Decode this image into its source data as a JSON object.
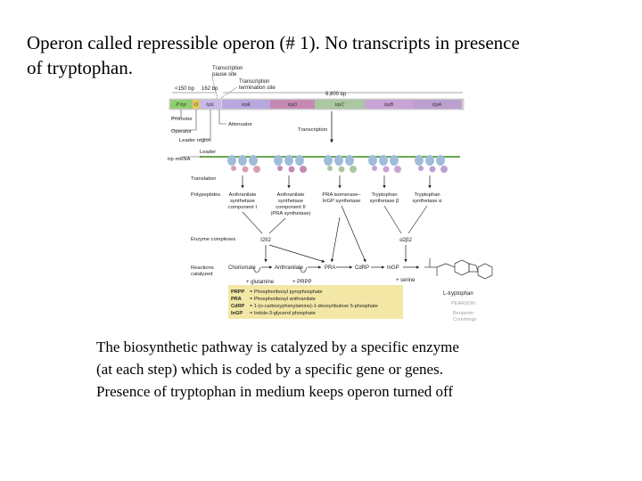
{
  "slide": {
    "title_line1": "Operon called repressible operon (# 1).  No transcripts in presence",
    "title_line2": "of tryptophan.",
    "body_lines": [
      "The biosynthetic pathway is catalyzed by a specific enzyme",
      "(at each step) which is coded by a specific gene or genes.",
      "Presence of tryptophan in medium keeps operon turned off"
    ]
  },
  "figure": {
    "top_labels": {
      "pause_site": [
        "Transcription",
        "pause site"
      ],
      "termination_site": [
        "Transcription",
        "termination site"
      ],
      "bp150": "<150 bp",
      "bp162": "162 bp",
      "bp6800": "6,800 bp"
    },
    "genes": [
      {
        "label": "P trp",
        "color": "#8fcf6f"
      },
      {
        "label": "O",
        "color": "#e8c85a"
      },
      {
        "label": "trpL",
        "color": "#c9b8e8"
      },
      {
        "label": "trpE",
        "color": "#b9a7df"
      },
      {
        "label": "trpD",
        "color": "#c58ab2"
      },
      {
        "label": "trpC",
        "color": "#a9c7a0"
      },
      {
        "label": "trpB",
        "color": "#c9a2d6"
      },
      {
        "label": "trpA",
        "color": "#bba0cf"
      }
    ],
    "left_labels": {
      "promoter": "Promoter",
      "operator": "Operator",
      "leader_region": "Leader region",
      "attenuator": "Attenuator",
      "transcription": "Transcription",
      "trp_mrna": "trp mRNA",
      "leader": "Leader",
      "translation": "Translation",
      "polypeptides": "Polypeptides",
      "enzyme_complexes": "Enzyme complexes",
      "reactions_catalyzed": [
        "Reactions",
        "catalyzed"
      ]
    },
    "polypeptides": [
      [
        "Anthranilate",
        "synthetase",
        "component I"
      ],
      [
        "Anthranilate",
        "synthetase",
        "component II",
        "(PRA synthetase)"
      ],
      [
        "PRA isomerase–",
        "InGP synthetase"
      ],
      [
        "Tryptophan",
        "synthetase β"
      ],
      [
        "Tryptophan",
        "synthetase α"
      ]
    ],
    "complexes": {
      "left": "I2II2",
      "right": "α2β2"
    },
    "reactions": {
      "chorismate": "Chorismate",
      "anthranilate": "Anthranilate",
      "pra": "PRA",
      "cdrp": "CdRP",
      "ingp": "InGP",
      "glutamine": "+ glutamine",
      "prpp": "+ PRPP",
      "serine": "+ serine",
      "l_tryptophan": "L-tryptophan"
    },
    "legend": [
      {
        "abbr": "PRPP",
        "text": "= Phosphoribosyl pyrophosphate"
      },
      {
        "abbr": "PRA",
        "text": "= Phosphoribosyl anthranilate"
      },
      {
        "abbr": "CdRP",
        "text": "= 1-(o-carboxyphenylamino)-1-deoxyribulose 5-phosphate"
      },
      {
        "abbr": "InGP",
        "text": "= Indole-3-glycerol phosphate"
      }
    ],
    "publisher": [
      "PEARSON",
      "Benjamin",
      "Cummings"
    ],
    "colors": {
      "legend_bg": "#f3e7a6",
      "arrow": "#222222",
      "mrna": "#6aa84f",
      "ribosome": "#9fbcd9",
      "polypeptide": "#d9a0b0"
    }
  }
}
